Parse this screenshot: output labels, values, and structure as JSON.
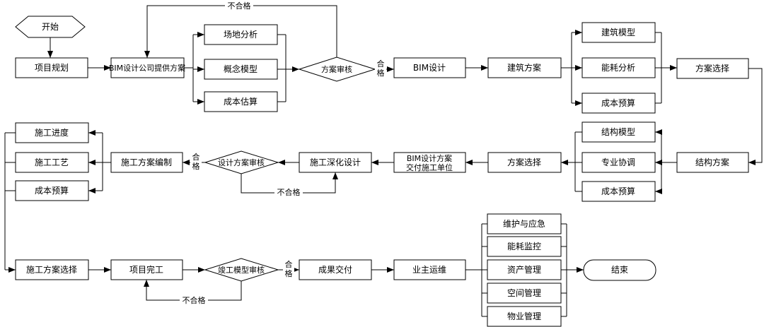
{
  "page": {
    "background": "#ffffff",
    "line_color": "#000000",
    "node_fill": "#ffffff",
    "text_color": "#000000"
  },
  "flowchart": {
    "row1": {
      "start": "开始",
      "project_planning": "项目规划",
      "bim_company_proposal": "BIM设计公司提供方案",
      "site_analysis": "场地分析",
      "concept_model": "概念模型",
      "cost_estimate": "成本估算",
      "plan_review": "方案审核",
      "bim_design": "BIM设计",
      "architectural_plan": "建筑方案",
      "building_model": "建筑模型",
      "energy_analysis": "能耗分析",
      "cost_budget": "成本预算",
      "plan_selection": "方案选择"
    },
    "row2": {
      "structural_plan": "结构方案",
      "structural_model": "结构模型",
      "discipline_coordination": "专业协调",
      "cost_budget_structural": "成本预算",
      "plan_selection": "方案选择",
      "bim_handover_line1": "BIM设计方案",
      "bim_handover_line2": "交付施工单位",
      "construction_detail_design": "施工深化设计",
      "design_plan_review": "设计方案审核",
      "construction_plan_compilation": "施工方案编制",
      "construction_schedule": "施工进度",
      "construction_technique": "施工工艺",
      "cost_budget_construction": "成本预算"
    },
    "row3": {
      "construction_plan_selection": "施工方案选择",
      "project_completion": "项目完工",
      "completion_model_review": "竣工模型审核",
      "deliverable_handover": "成果交付",
      "owner_operation": "业主运维",
      "maintenance_emergency": "维护与应急",
      "energy_monitoring": "能耗监控",
      "asset_management": "资产管理",
      "space_management": "空间管理",
      "property_management": "物业管理",
      "end": "结束"
    },
    "edge_labels": {
      "fail": "不合格",
      "pass_chars": [
        "合",
        "格"
      ]
    }
  }
}
